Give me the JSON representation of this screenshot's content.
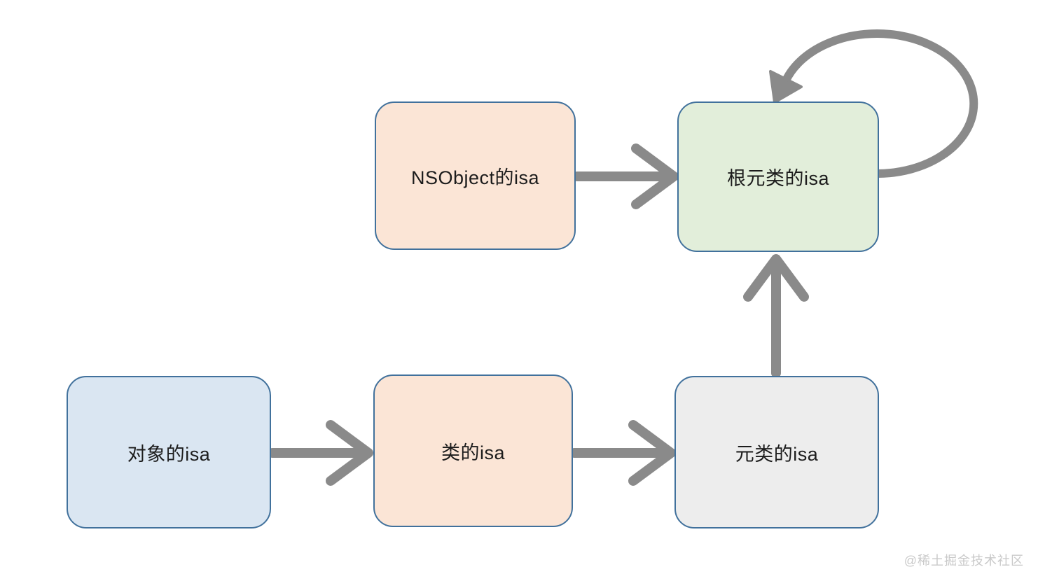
{
  "diagram": {
    "description": "Objective-C isa pointer flow diagram",
    "nodes": [
      {
        "id": "nsobject-isa",
        "label": "NSObject的isa",
        "fill": "#fbe5d6",
        "border": "#41719c"
      },
      {
        "id": "root-meta-isa",
        "label": "根元类的isa",
        "fill": "#e2eeda",
        "border": "#41719c"
      },
      {
        "id": "object-isa",
        "label": "对象的isa",
        "fill": "#dae6f2",
        "border": "#41719c"
      },
      {
        "id": "class-isa",
        "label": "类的isa",
        "fill": "#fbe5d6",
        "border": "#41719c"
      },
      {
        "id": "meta-isa",
        "label": "元类的isa",
        "fill": "#ededed",
        "border": "#41719c"
      }
    ],
    "edges": [
      {
        "from": "nsobject-isa",
        "to": "root-meta-isa",
        "type": "straight-right"
      },
      {
        "from": "object-isa",
        "to": "class-isa",
        "type": "straight-right"
      },
      {
        "from": "class-isa",
        "to": "meta-isa",
        "type": "straight-right"
      },
      {
        "from": "meta-isa",
        "to": "root-meta-isa",
        "type": "straight-up"
      },
      {
        "from": "root-meta-isa",
        "to": "root-meta-isa",
        "type": "self-loop"
      }
    ],
    "arrow_color": "#8a8a8a"
  },
  "watermark": {
    "text": "@稀土掘金技术社区",
    "color": "#c9c9c9"
  }
}
